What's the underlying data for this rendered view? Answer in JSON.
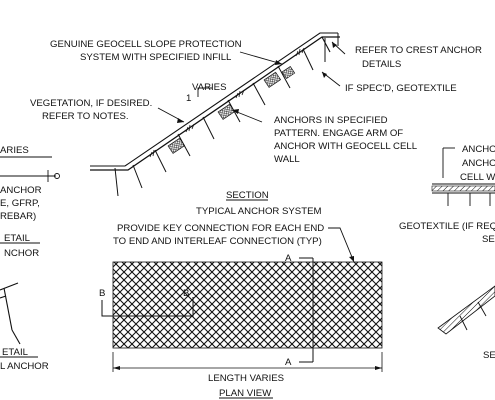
{
  "section": {
    "title": "SECTION",
    "subtitle": "TYPICAL ANCHOR SYSTEM"
  },
  "plan": {
    "title": "PLAN VIEW",
    "length_label": "LENGTH VARIES",
    "key_connection_note": [
      "PROVIDE KEY CONNECTION FOR EACH END",
      "TO END AND INTERLEAF CONNECTION (TYP)"
    ],
    "cut_a_top": "A",
    "cut_a_bottom": "A",
    "cut_b_left": "B",
    "cut_b_right": "B"
  },
  "labels": {
    "geocell_note": [
      "GENUINE GEOCELL SLOPE PROTECTION",
      "SYSTEM WITH SPECIFIED INFILL"
    ],
    "crest_anchor_note": [
      "REFER TO CREST ANCHOR",
      "DETAILS"
    ],
    "geotextile_note": "IF SPEC'D, GEOTEXTILE",
    "varies_label": "VARIES",
    "slope_ratio": "1",
    "vegetation_note": [
      "VEGETATION, IF DESIRED.",
      "REFER TO NOTES."
    ],
    "anchors_note": [
      "ANCHORS IN SPECIFIED",
      "PATTERN.  ENGAGE ARM OF",
      "ANCHOR WITH GEOCELL CELL",
      "WALL"
    ]
  },
  "left_detail": {
    "varies_fragment": "ARIES",
    "anchor_lines": [
      "ANCHOR",
      "E, GFRP,",
      "REBAR)"
    ],
    "detail_label_1": "ETAIL",
    "detail_sub_1": "NCHOR",
    "detail_label_2": "ETAIL",
    "detail_sub_2": "L ANCHOR"
  },
  "right_detail": {
    "anchor_lines": [
      "ANCHO",
      "ANCHO",
      "CELL W"
    ],
    "geotextile_label": "GEOTEXTILE (IF REQ",
    "section_fragment_1": "SE",
    "section_fragment_2": "SE"
  },
  "icons": {
    "hatch_pattern": "diagonal-crosshatch",
    "anchor_symbol": "stake-with-hook"
  }
}
